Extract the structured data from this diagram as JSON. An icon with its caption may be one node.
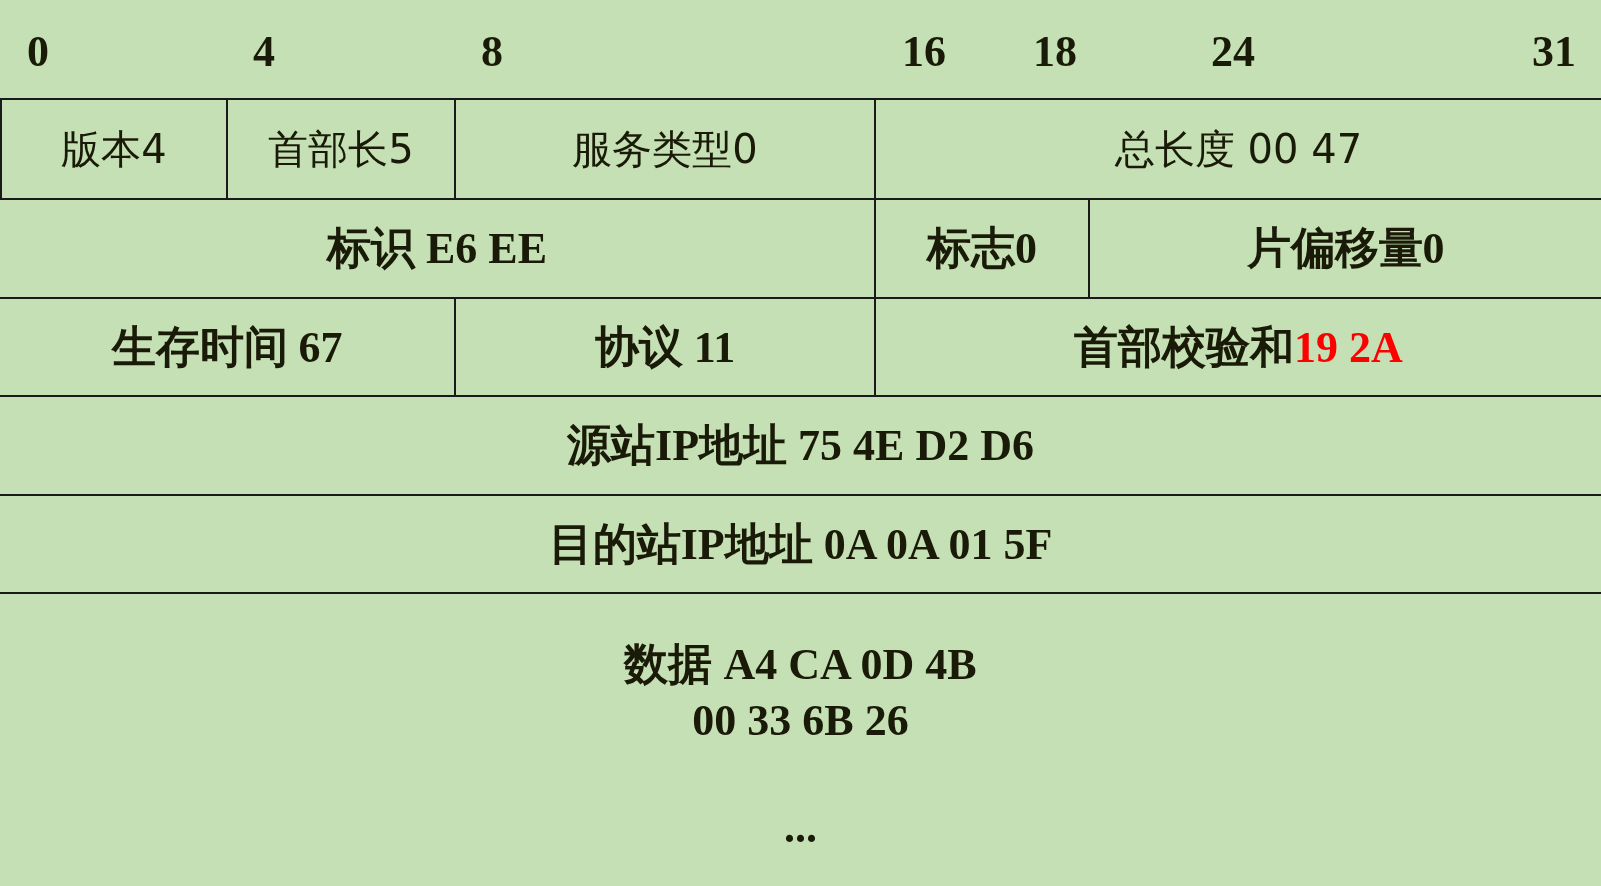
{
  "diagram": {
    "nodes": [
      {
        "text": [
          "版本4"
        ]
      },
      {
        "text": [
          "首部长5"
        ]
      },
      {
        "text": [
          "服务类型0"
        ]
      },
      {
        "text": [
          "总长度 00 47"
        ]
      },
      {
        "text": [
          "标识 E6 EE"
        ]
      },
      {
        "text": [
          "标志0"
        ]
      },
      {
        "text": [
          "片偏移量0"
        ]
      },
      {
        "text": [
          "生存时间 67"
        ]
      },
      {
        "text": [
          "协议 11"
        ]
      },
      {
        "text": [
          "首部校验和",
          "19 2A"
        ]
      },
      {
        "text": [
          "源站IP地址 75 4E D2 D6"
        ]
      },
      {
        "text": [
          "目的站IP地址 0A 0A 01 5F"
        ]
      },
      {
        "text": [
          "数据 A4 CA 0D 4B 00 33 6B 26"
        ]
      },
      {
        "text": [
          "..."
        ]
      }
    ],
    "edges": [],
    "labels": [
      "0",
      "4",
      "8",
      "16",
      "18",
      "24",
      "31"
    ]
  }
}
